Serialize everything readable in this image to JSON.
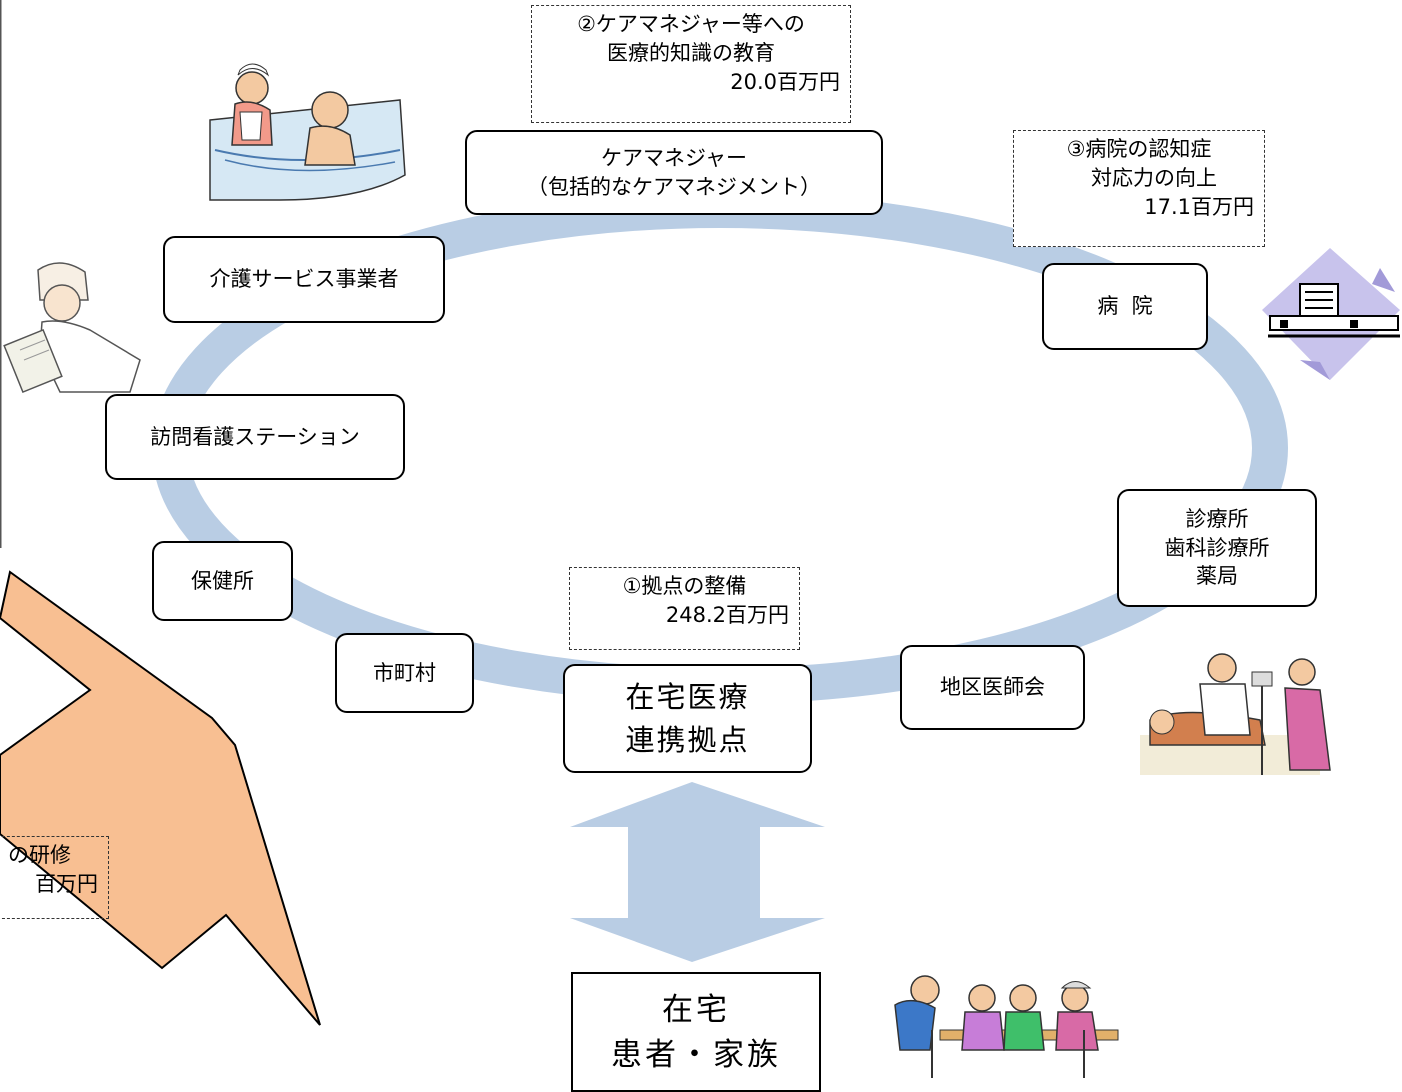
{
  "colors": {
    "ring": "#b9cde4",
    "arrow_vertical": "#b9cde4",
    "arrow_orange": "#f8bf92",
    "node_border": "#000000"
  },
  "nodes": {
    "care_manager": {
      "line1": "ケアマネジャー",
      "line2": "（包括的なケアマネジメント）"
    },
    "care_service": {
      "label": "介護サービス事業者"
    },
    "visiting_nurse": {
      "label": "訪問看護ステーション"
    },
    "health_center": {
      "label": "保健所"
    },
    "municipality": {
      "label": "市町村"
    },
    "hub": {
      "line1": "在宅医療",
      "line2": "連携拠点"
    },
    "district_medical": {
      "label": "地区医師会"
    },
    "clinic": {
      "line1": "診療所",
      "line2": "歯科診療所",
      "line3": "薬局"
    },
    "hospital": {
      "label": "病  院"
    },
    "patients": {
      "line1": "在宅",
      "line2": "患者・家族"
    }
  },
  "programs": {
    "p1": {
      "line1": "①拠点の整備",
      "amount": "248.2百万円"
    },
    "p2": {
      "line1": "②ケアマネジャー等への",
      "line2": "医療的知識の教育",
      "amount": "20.0百万円"
    },
    "p3": {
      "line1": "③病院の認知症",
      "line2": "対応力の向上",
      "amount": "17.1百万円"
    },
    "p4": {
      "line1": "の研修",
      "amount": "百万円"
    }
  },
  "icons": [
    "caregiver-bathing-icon",
    "nurse-clipboard-icon",
    "hospital-building-icon",
    "doctor-examination-icon",
    "elderly-family-icon"
  ]
}
